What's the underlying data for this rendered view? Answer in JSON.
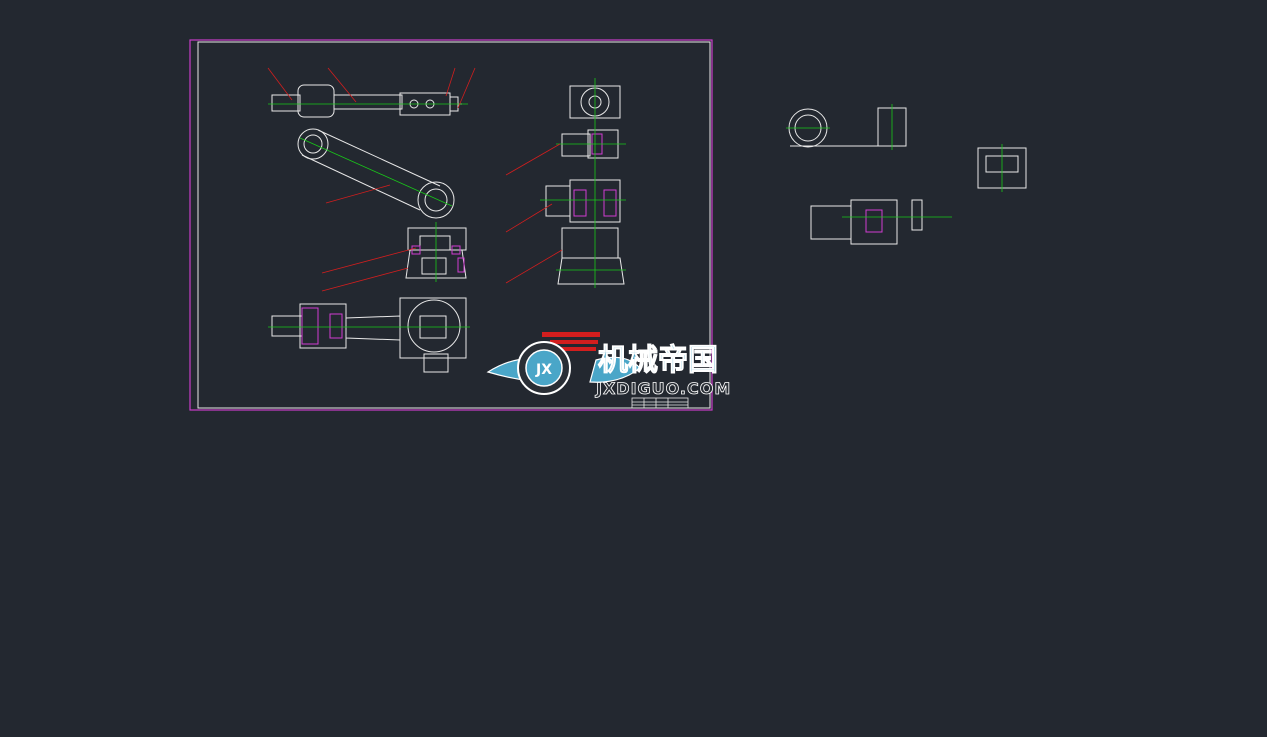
{
  "watermark": {
    "cn_text": "机械帝国",
    "domain_text": "JXDIGUO.COM",
    "badge_text": "JX"
  },
  "colors": {
    "background": "#232830",
    "sheet_border": "#c83cc8",
    "geometry": "#e8e8e8",
    "centerline": "#19c819",
    "section": "#d23cd2",
    "leader": "#d21e1e",
    "watermark_blue": "#4aa6c8"
  }
}
